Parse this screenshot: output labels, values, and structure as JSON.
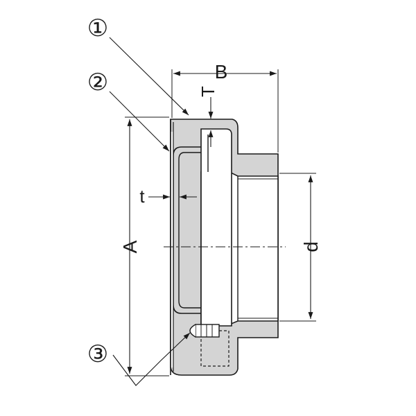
{
  "diagram": {
    "callouts": [
      {
        "id": "c1",
        "text": "①"
      },
      {
        "id": "c2",
        "text": "②"
      },
      {
        "id": "c3",
        "text": "③"
      }
    ],
    "dimensions": {
      "A": "A",
      "B": "B",
      "T": "T",
      "t": "t",
      "d": "d"
    },
    "colors": {
      "body_fill": "#d4d4d4",
      "line": "#1a1a1a",
      "background": "#ffffff"
    }
  }
}
